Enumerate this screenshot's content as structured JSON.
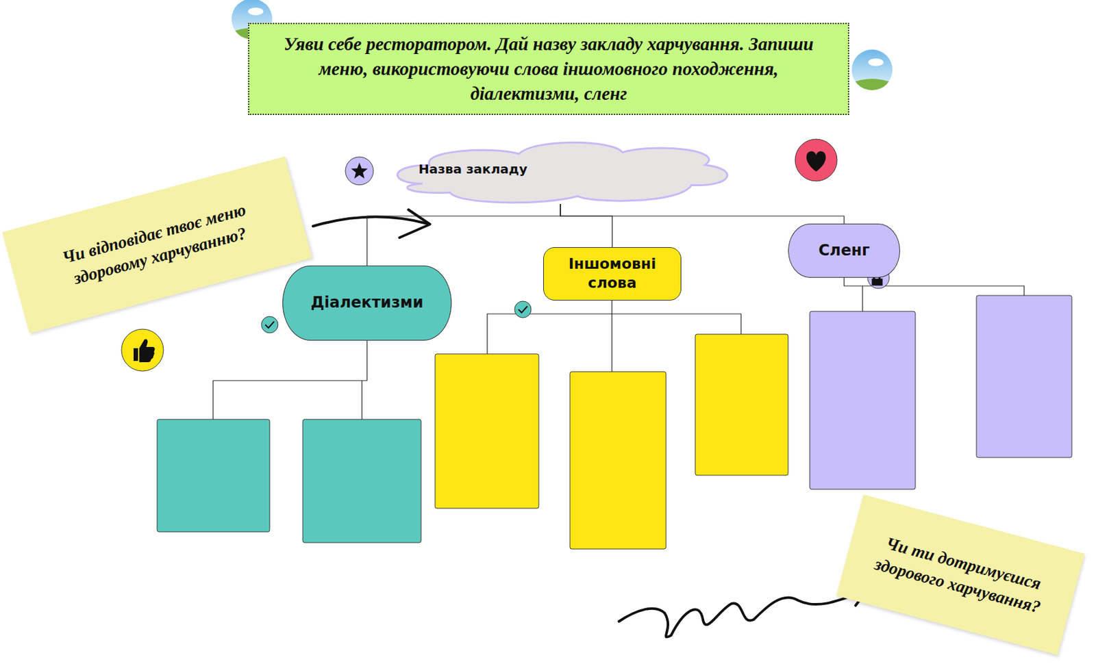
{
  "diagram": {
    "title": "Уяви себе ресторатором. Дай назву закладу харчування. Запиши меню, використовуючи слова іншомовного походження, діалектизми, сленг",
    "nodes": [
      {
        "text": [
          "Назва закладу"
        ]
      },
      {
        "text": [
          "Чи відповідає твоє меню здоровому харчуванню?"
        ]
      },
      {
        "text": [
          "Діалектизми"
        ]
      },
      {
        "text": [
          "Іншомовні слова"
        ]
      },
      {
        "text": [
          "Сленг"
        ]
      },
      {
        "text": [
          "Чи ти дотримуєшся здорового харчування?"
        ]
      }
    ],
    "edges": [
      {
        "from": 0,
        "to": 2,
        "arrow": "none"
      },
      {
        "from": 0,
        "to": 3,
        "arrow": "none"
      },
      {
        "from": 0,
        "to": 4,
        "arrow": "none"
      }
    ]
  }
}
